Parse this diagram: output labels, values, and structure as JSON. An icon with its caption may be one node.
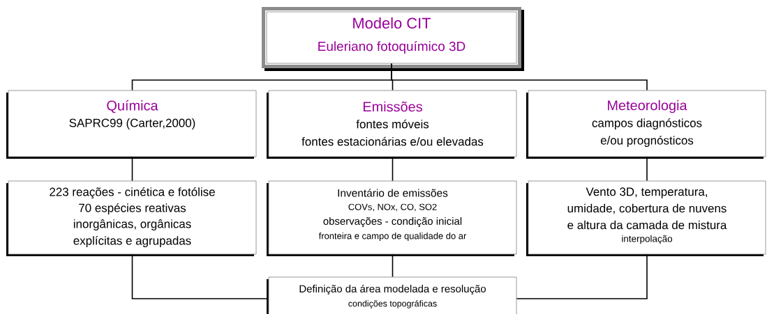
{
  "diagram": {
    "nodes": [
      {
        "text": [
          "Modelo CIT",
          "Euleriano fotoquímico 3D"
        ]
      },
      {
        "text": [
          "Química",
          "SAPRC99 (Carter,2000)"
        ]
      },
      {
        "text": [
          "Emissões",
          "fontes móveis",
          "fontes estacionárias e/ou elevadas"
        ]
      },
      {
        "text": [
          "Meteorologia",
          "campos diagnósticos",
          "e/ou prognósticos"
        ]
      },
      {
        "text": [
          "223 reações - cinética e fotólise",
          "70 espécies reativas",
          "inorgânicas, orgânicas",
          "explícitas e agrupadas"
        ]
      },
      {
        "text": [
          "Inventário de emissões",
          "COVs, NOx, CO, SO2",
          "observações -  condição inicial",
          "fronteira  e campo de qualidade do ar"
        ]
      },
      {
        "text": [
          "Vento 3D, temperatura,",
          "umidade, cobertura de nuvens",
          "e altura da camada de mistura",
          "interpolação"
        ]
      },
      {
        "text": [
          "Definição da área modelada e resolução",
          "condições topográficas"
        ]
      }
    ],
    "edges": [
      {
        "from": 0,
        "to": 1,
        "arrow": "none"
      },
      {
        "from": 0,
        "to": 2,
        "arrow": "none"
      },
      {
        "from": 0,
        "to": 3,
        "arrow": "none"
      },
      {
        "from": 1,
        "to": 4,
        "arrow": "none"
      },
      {
        "from": 2,
        "to": 5,
        "arrow": "none"
      },
      {
        "from": 3,
        "to": 6,
        "arrow": "none"
      },
      {
        "from": 4,
        "to": 7,
        "arrow": "none"
      },
      {
        "from": 5,
        "to": 7,
        "arrow": "none"
      },
      {
        "from": 6,
        "to": 7,
        "arrow": "none"
      }
    ]
  }
}
